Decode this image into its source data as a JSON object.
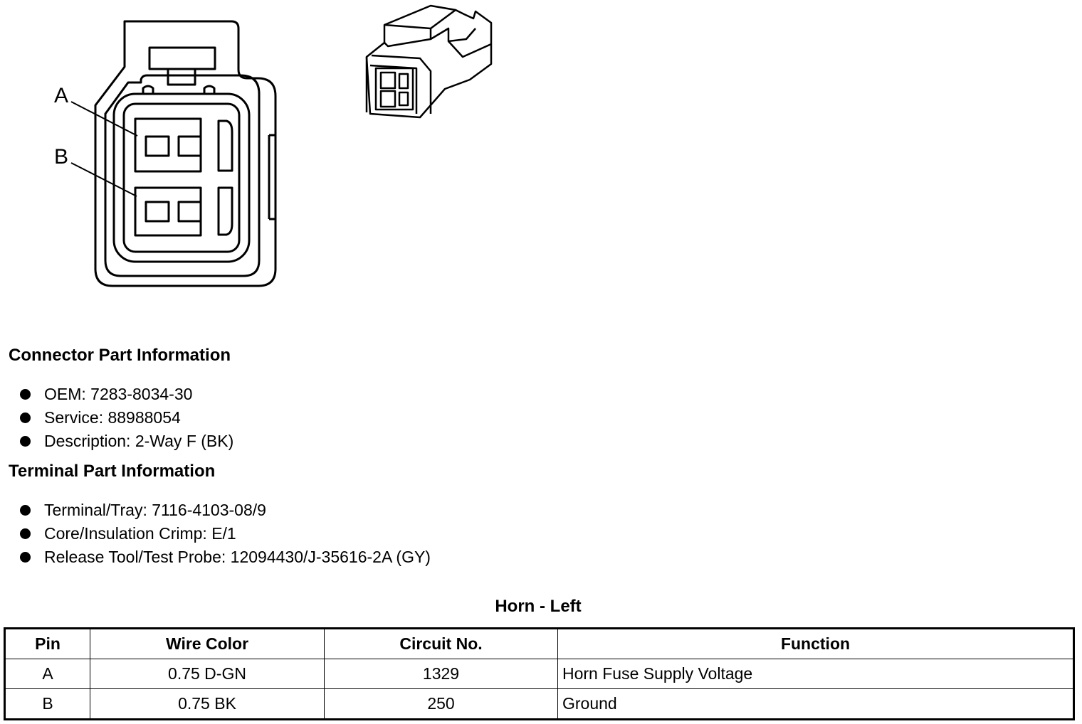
{
  "diagram": {
    "pin_labels": [
      "A",
      "B"
    ]
  },
  "connector_info": {
    "heading": "Connector Part Information",
    "items": [
      "OEM: 7283-8034-30",
      "Service: 88988054",
      "Description: 2-Way F (BK)"
    ]
  },
  "terminal_info": {
    "heading": "Terminal Part Information",
    "items": [
      "Terminal/Tray: 7116-4103-08/9",
      "Core/Insulation Crimp: E/1",
      "Release Tool/Test Probe: 12094430/J-35616-2A (GY)"
    ]
  },
  "table": {
    "title": "Horn - Left",
    "headers": [
      "Pin",
      "Wire Color",
      "Circuit No.",
      "Function"
    ],
    "rows": [
      [
        "A",
        "0.75 D-GN",
        "1329",
        "Horn Fuse Supply Voltage"
      ],
      [
        "B",
        "0.75 BK",
        "250",
        "Ground"
      ]
    ]
  }
}
